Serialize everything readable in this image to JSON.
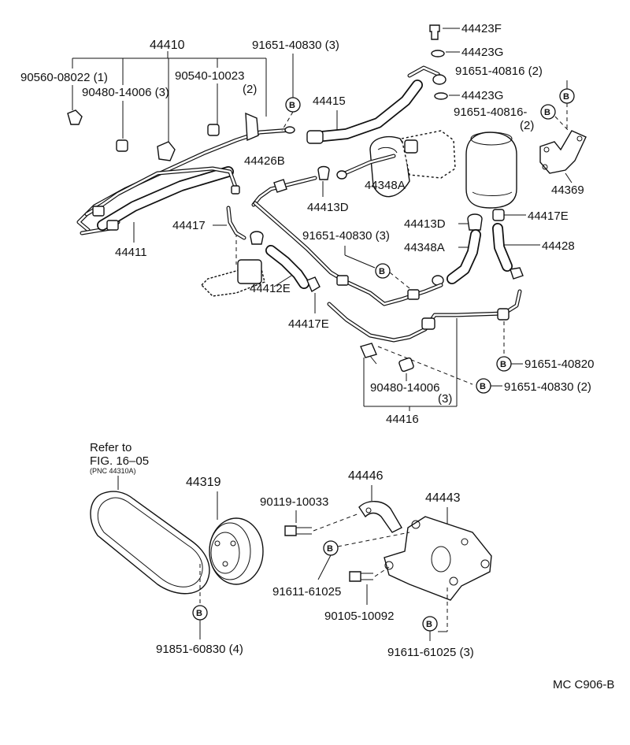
{
  "parts": {
    "p44410": "44410",
    "p90560": "90560-08022 (1)",
    "p90480a": "90480-14006 (3)",
    "p90540": "90540-10023",
    "p90540q": "(2)",
    "p91651_40830_top": "91651-40830 (3)",
    "p44423F": "44423F",
    "p44423G_1": "44423G",
    "p44423G_2": "44423G",
    "p91651_40816_a": "91651-40816 (2)",
    "p91651_40816_b": "91651-40816-",
    "p91651_40816_bq": "(2)",
    "p44415": "44415",
    "p44426B": "44426B",
    "p44348A_1": "44348A",
    "p44413D_1": "44413D",
    "p44369": "44369",
    "p44413D_2": "44413D",
    "p44417E_1": "44417E",
    "p44348A_2": "44348A",
    "p44428": "44428",
    "p44417": "44417",
    "p44411": "44411",
    "p91651_40830_mid": "91651-40830 (3)",
    "p44412E": "44412E",
    "p44417E_2": "44417E",
    "p91651_40820": "91651-40820",
    "p90480b": "90480-14006",
    "p90480bq": "(3)",
    "p91651_40830_2": "91651-40830 (2)",
    "p44416": "44416",
    "refer1": "Refer to",
    "refer2": "FIG. 16–05",
    "refer3": "(PNC 44310A)",
    "p44319": "44319",
    "p44446": "44446",
    "p90119": "90119-10033",
    "p44443": "44443",
    "p91611_a": "91611-61025",
    "p90105": "90105-10092",
    "p91851": "91851-60830 (4)",
    "p91611_b": "91611-61025 (3)",
    "code": "MC C906-B"
  },
  "bolt_marker": "B"
}
